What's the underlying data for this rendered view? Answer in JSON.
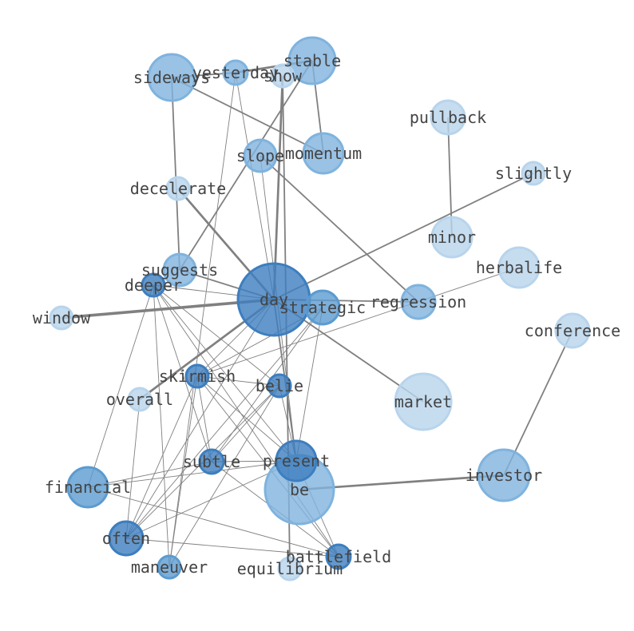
{
  "colors": {
    "dark": "#3d7ebf",
    "mid": "#5b9bd0",
    "light": "#7fb3de",
    "pale": "#b8d4ec",
    "edge": "#808080",
    "label": "#444444"
  },
  "nodes": [
    {
      "id": "day",
      "label": "day",
      "shade": "dark",
      "weight": 45
    },
    {
      "id": "be",
      "label": "be",
      "shade": "light",
      "weight": 43
    },
    {
      "id": "market",
      "label": "market",
      "shade": "pale",
      "weight": 35
    },
    {
      "id": "investor",
      "label": "investor",
      "shade": "light",
      "weight": 32
    },
    {
      "id": "sideways",
      "label": "sideways",
      "shade": "light",
      "weight": 29
    },
    {
      "id": "stable",
      "label": "stable",
      "shade": "light",
      "weight": 29
    },
    {
      "id": "financial",
      "label": "financial",
      "shade": "mid",
      "weight": 25
    },
    {
      "id": "momentum",
      "label": "momentum",
      "shade": "light",
      "weight": 25
    },
    {
      "id": "minor",
      "label": "minor",
      "shade": "pale",
      "weight": 25
    },
    {
      "id": "present",
      "label": "present",
      "shade": "dark",
      "weight": 25
    },
    {
      "id": "herbalife",
      "label": "herbalife",
      "shade": "pale",
      "weight": 25
    },
    {
      "id": "regression",
      "label": "regression",
      "shade": "light",
      "weight": 21
    },
    {
      "id": "often",
      "label": "often",
      "shade": "dark",
      "weight": 21
    },
    {
      "id": "pullback",
      "label": "pullback",
      "shade": "pale",
      "weight": 21
    },
    {
      "id": "strategic",
      "label": "strategic",
      "shade": "mid",
      "weight": 21
    },
    {
      "id": "suggests",
      "label": "suggests",
      "shade": "light",
      "weight": 20
    },
    {
      "id": "slope",
      "label": "slope",
      "shade": "light",
      "weight": 20
    },
    {
      "id": "conference",
      "label": "conference",
      "shade": "pale",
      "weight": 21
    },
    {
      "id": "yesterday",
      "label": "yesterday",
      "shade": "light",
      "weight": 15
    },
    {
      "id": "subtle",
      "label": "subtle",
      "shade": "dark",
      "weight": 15
    },
    {
      "id": "skirmish",
      "label": "skirmish",
      "shade": "dark",
      "weight": 14
    },
    {
      "id": "battlefield",
      "label": "battlefield",
      "shade": "dark",
      "weight": 15
    },
    {
      "id": "maneuver",
      "label": "maneuver",
      "shade": "mid",
      "weight": 14
    },
    {
      "id": "belie",
      "label": "belie",
      "shade": "dark",
      "weight": 14
    },
    {
      "id": "equilibrium",
      "label": "equilibrium",
      "shade": "pale",
      "weight": 14
    },
    {
      "id": "slightly",
      "label": "slightly",
      "shade": "pale",
      "weight": 14
    },
    {
      "id": "deeper",
      "label": "deeper",
      "shade": "dark",
      "weight": 14
    },
    {
      "id": "decelerate",
      "label": "decelerate",
      "shade": "pale",
      "weight": 14
    },
    {
      "id": "window",
      "label": "window",
      "shade": "pale",
      "weight": 14
    },
    {
      "id": "overall",
      "label": "overall",
      "shade": "pale",
      "weight": 14
    },
    {
      "id": "show",
      "label": "show",
      "shade": "pale",
      "weight": 14
    }
  ],
  "edges": [
    {
      "source": "day",
      "target": "window",
      "weight": 4
    },
    {
      "source": "day",
      "target": "slightly",
      "weight": 2
    },
    {
      "source": "day",
      "target": "overall",
      "weight": 3
    },
    {
      "source": "day",
      "target": "decelerate",
      "weight": 3
    },
    {
      "source": "day",
      "target": "show",
      "weight": 3
    },
    {
      "source": "day",
      "target": "regression",
      "weight": 2
    },
    {
      "source": "day",
      "target": "market",
      "weight": 2
    },
    {
      "source": "day",
      "target": "present",
      "weight": 2
    },
    {
      "source": "day",
      "target": "suggests",
      "weight": 2
    },
    {
      "source": "day",
      "target": "yesterday",
      "weight": 1
    },
    {
      "source": "day",
      "target": "deeper",
      "weight": 1
    },
    {
      "source": "day",
      "target": "skirmish",
      "weight": 1
    },
    {
      "source": "day",
      "target": "often",
      "weight": 1
    },
    {
      "source": "stable",
      "target": "yesterday",
      "weight": 3
    },
    {
      "source": "stable",
      "target": "momentum",
      "weight": 2
    },
    {
      "source": "stable",
      "target": "suggests",
      "weight": 2
    },
    {
      "source": "sideways",
      "target": "yesterday",
      "weight": 2
    },
    {
      "source": "sideways",
      "target": "suggests",
      "weight": 2
    },
    {
      "source": "sideways",
      "target": "momentum",
      "weight": 2
    },
    {
      "source": "show",
      "target": "equilibrium",
      "weight": 2
    },
    {
      "source": "pullback",
      "target": "minor",
      "weight": 2
    },
    {
      "source": "slope",
      "target": "regression",
      "weight": 2
    },
    {
      "source": "slope",
      "target": "present",
      "weight": 1
    },
    {
      "source": "investor",
      "target": "be",
      "weight": 3
    },
    {
      "source": "investor",
      "target": "conference",
      "weight": 2
    },
    {
      "source": "yesterday",
      "target": "maneuver",
      "weight": 1
    },
    {
      "source": "deeper",
      "target": "financial",
      "weight": 1
    },
    {
      "source": "deeper",
      "target": "maneuver",
      "weight": 1
    },
    {
      "source": "deeper",
      "target": "battlefield",
      "weight": 1
    },
    {
      "source": "deeper",
      "target": "subtle",
      "weight": 1
    },
    {
      "source": "deeper",
      "target": "present",
      "weight": 1
    },
    {
      "source": "deeper",
      "target": "belie",
      "weight": 1
    },
    {
      "source": "skirmish",
      "target": "maneuver",
      "weight": 1
    },
    {
      "source": "skirmish",
      "target": "often",
      "weight": 1
    },
    {
      "source": "skirmish",
      "target": "battlefield",
      "weight": 1
    },
    {
      "source": "skirmish",
      "target": "subtle",
      "weight": 1
    },
    {
      "source": "skirmish",
      "target": "present",
      "weight": 1
    },
    {
      "source": "skirmish",
      "target": "belie",
      "weight": 1
    },
    {
      "source": "strategic",
      "target": "subtle",
      "weight": 1
    },
    {
      "source": "strategic",
      "target": "often",
      "weight": 1
    },
    {
      "source": "strategic",
      "target": "present",
      "weight": 1
    },
    {
      "source": "strategic",
      "target": "skirmish",
      "weight": 1
    },
    {
      "source": "belie",
      "target": "subtle",
      "weight": 1
    },
    {
      "source": "belie",
      "target": "often",
      "weight": 1
    },
    {
      "source": "belie",
      "target": "maneuver",
      "weight": 1
    },
    {
      "source": "belie",
      "target": "present",
      "weight": 1
    },
    {
      "source": "herbalife",
      "target": "skirmish",
      "weight": 1
    },
    {
      "source": "subtle",
      "target": "present",
      "weight": 1
    },
    {
      "source": "subtle",
      "target": "battlefield",
      "weight": 1
    },
    {
      "source": "present",
      "target": "financial",
      "weight": 1
    },
    {
      "source": "present",
      "target": "often",
      "weight": 1
    },
    {
      "source": "present",
      "target": "battlefield",
      "weight": 1
    },
    {
      "source": "financial",
      "target": "subtle",
      "weight": 1
    },
    {
      "source": "financial",
      "target": "battlefield",
      "weight": 1
    },
    {
      "source": "often",
      "target": "battlefield",
      "weight": 1
    },
    {
      "source": "overall",
      "target": "often",
      "weight": 1
    }
  ]
}
